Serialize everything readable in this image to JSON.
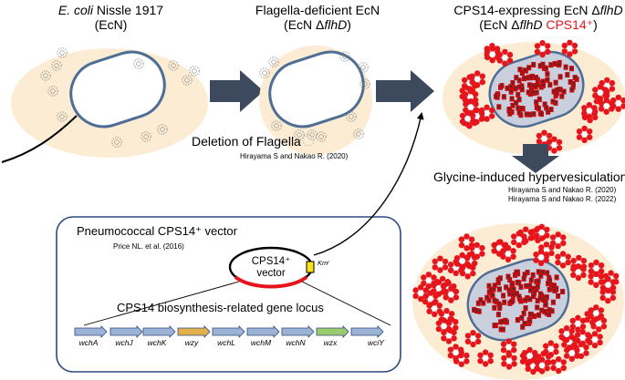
{
  "stages": [
    {
      "title_italic": "E. coli",
      "title_rest": " Nissle 1917",
      "subtitle": "(EcN)"
    },
    {
      "title": "Flagella-deficient EcN",
      "subtitle_pre": "(EcN Δ",
      "subtitle_gene": "flhD",
      "subtitle_post": ")"
    },
    {
      "title_pre": "CPS14-expressing EcN Δ",
      "title_gene": "flhD",
      "subtitle_pre": "(EcN Δ",
      "subtitle_gene": "flhD",
      "subtitle_red": " CPS14⁺",
      "subtitle_post": ")"
    }
  ],
  "deletion_label": "Deletion of Flagella",
  "ref_2020_a": "Hirayama S and Nakao R.  (2020)",
  "hypervesiculation_label": "Glycine-induced hypervesiculation",
  "ref_2020_b": "Hirayama S and Nakao R.  (2020)",
  "ref_2022": "Hirayama S and Nakao R.  (2022)",
  "vector_box": {
    "title": "Pneumococcal CPS14⁺ vector",
    "reference": "Price NL. et al. (2016)",
    "plasmid_line1": "CPS14⁺",
    "plasmid_line2": "vector",
    "marker": "Kmʳ",
    "locus_label": "CPS14 biosynthesis-related gene locus",
    "genes": [
      "wchA",
      "wchJ",
      "wchK",
      "wzy",
      "wchL",
      "wchM",
      "wchN",
      "wzx",
      "wciY"
    ]
  },
  "colors": {
    "cell_fill": "#fbecd3",
    "cell_outline": "#4e6e96",
    "arrow": "#3d4a5d",
    "vector_box_border": "#2d4a80",
    "gene_blue": "#9db3d6",
    "gene_orange": "#e3b04a",
    "gene_green": "#9ccb6e",
    "capsule_red": "#e8141b"
  }
}
